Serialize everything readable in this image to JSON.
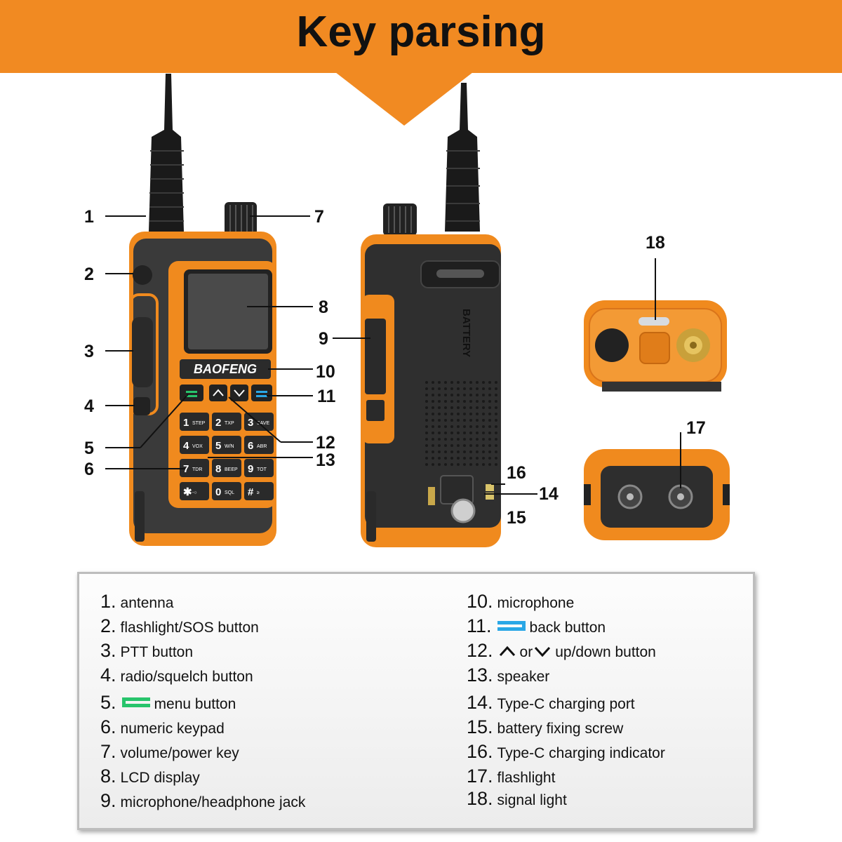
{
  "header": {
    "title": "Key parsing",
    "accent": "#f18a22"
  },
  "callouts": [
    "1",
    "2",
    "3",
    "4",
    "5",
    "6",
    "7",
    "8",
    "9",
    "10",
    "11",
    "12",
    "13",
    "14",
    "15",
    "16",
    "17",
    "18"
  ],
  "device": {
    "brand": "BAOFENG",
    "back_label": "BATTERY",
    "keys": [
      {
        "d": "1",
        "s": "STEP"
      },
      {
        "d": "2",
        "s": "TXP"
      },
      {
        "d": "3",
        "s": "SAVE"
      },
      {
        "d": "4",
        "s": "VOX"
      },
      {
        "d": "5",
        "s": "W/N"
      },
      {
        "d": "6",
        "s": "ABR"
      },
      {
        "d": "7",
        "s": "TDR"
      },
      {
        "d": "8",
        "s": "BEEP"
      },
      {
        "d": "9",
        "s": "TOT"
      },
      {
        "d": "✱",
        "s": "-○"
      },
      {
        "d": "0",
        "s": "SQL"
      },
      {
        "d": "#",
        "s": "≥"
      }
    ]
  },
  "legend": {
    "left": [
      {
        "num": "1.",
        "text": "antenna"
      },
      {
        "num": "2.",
        "text": "flashlight/SOS button"
      },
      {
        "num": "3.",
        "text": "PTT button"
      },
      {
        "num": "4.",
        "text": "radio/squelch button"
      },
      {
        "num": "5.",
        "text": "menu button",
        "icon": "menu-key-icon"
      },
      {
        "num": "6.",
        "text": "numeric keypad"
      },
      {
        "num": "7.",
        "text": "volume/power key"
      },
      {
        "num": "8.",
        "text": "LCD display"
      },
      {
        "num": "9.",
        "text": "microphone/headphone jack"
      }
    ],
    "right": [
      {
        "num": "10.",
        "text": "microphone"
      },
      {
        "num": "11.",
        "text": "back button",
        "icon": "back-key-icon"
      },
      {
        "num": "12.",
        "text": "up/down button",
        "mid": "or",
        "icon": "up-down-icon"
      },
      {
        "num": "13.",
        "text": "speaker"
      },
      {
        "num": "14.",
        "text": "Type-C charging port"
      },
      {
        "num": "15.",
        "text": "battery fixing screw"
      },
      {
        "num": "16.",
        "text": "Type-C charging indicator"
      },
      {
        "num": "17.",
        "text": "flashlight"
      },
      {
        "num": "18.",
        "text": "signal light"
      }
    ],
    "colors": {
      "menu_icon": "#27c46b",
      "back_icon": "#2aa7e6"
    }
  }
}
